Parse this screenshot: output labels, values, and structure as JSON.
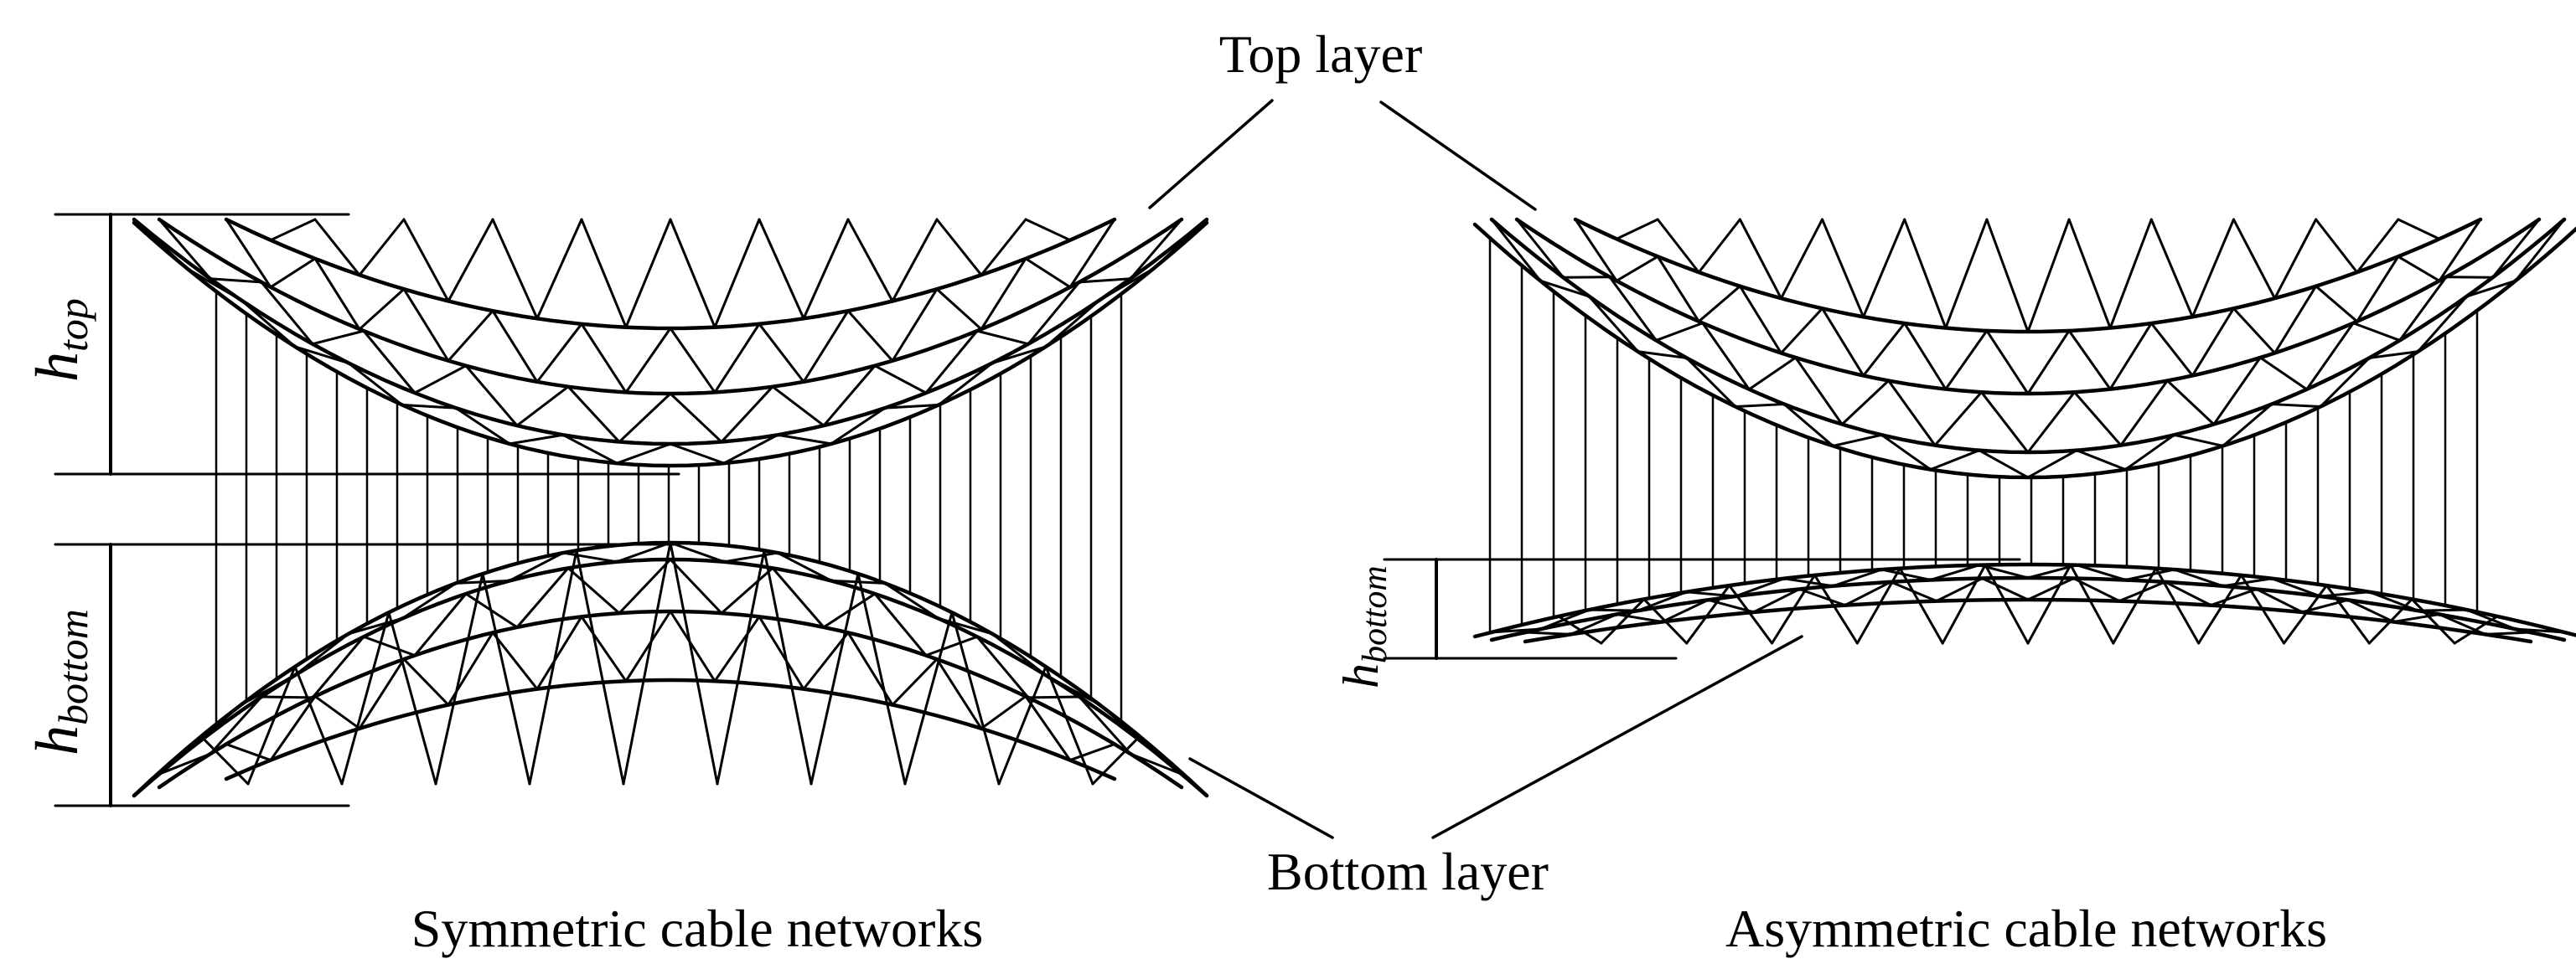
{
  "labels": {
    "top_layer": "Top layer",
    "bottom_layer": "Bottom layer",
    "symmetric": "Symmetric cable networks",
    "asymmetric": "Asymmetric cable networks",
    "h_symbol": "h",
    "top_sub": "top",
    "bottom_sub": "bottom"
  },
  "colors": {
    "line": "#000000",
    "background": "#ffffff"
  }
}
